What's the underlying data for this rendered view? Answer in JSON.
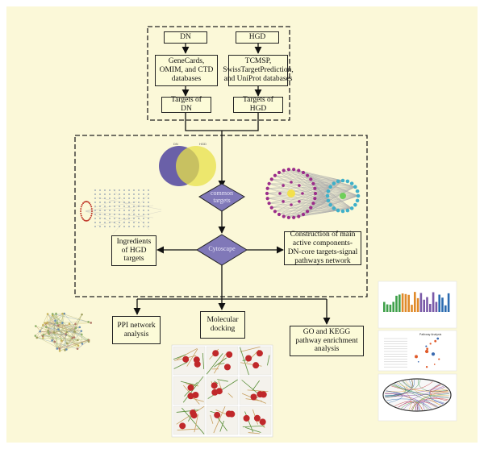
{
  "colors": {
    "background": "#fbf8d8",
    "box_fill": "#fcfbd8",
    "diamond": "#8078b8",
    "arrow": "#111111"
  },
  "nodes": {
    "dn": "DN",
    "hgd": "HGD",
    "dn_databases": "GeneCards, OMIM, and CTD databases",
    "hgd_databases": "TCMSP, SwissTargetPrediction, and UniProt databases",
    "targets_dn": "Targets of DN",
    "targets_hgd": "Targets of HGD",
    "common_targets": "common targets",
    "cytoscape": "Cytoscape",
    "ingredients": "Ingredients of HGD targets",
    "construction": "Construction of main active components-DN-core targets-signal pathways network",
    "ppi": "PPI network analysis",
    "docking": "Molecular docking",
    "go_kegg": "GO and KEGG pathway enrichment analysis"
  },
  "venn": {
    "left_label": "DN",
    "right_label": "HGD",
    "left_count": "",
    "overlap_count": "",
    "right_count": ""
  },
  "figures": {
    "enrichment_title": "Pathway Analysis"
  }
}
